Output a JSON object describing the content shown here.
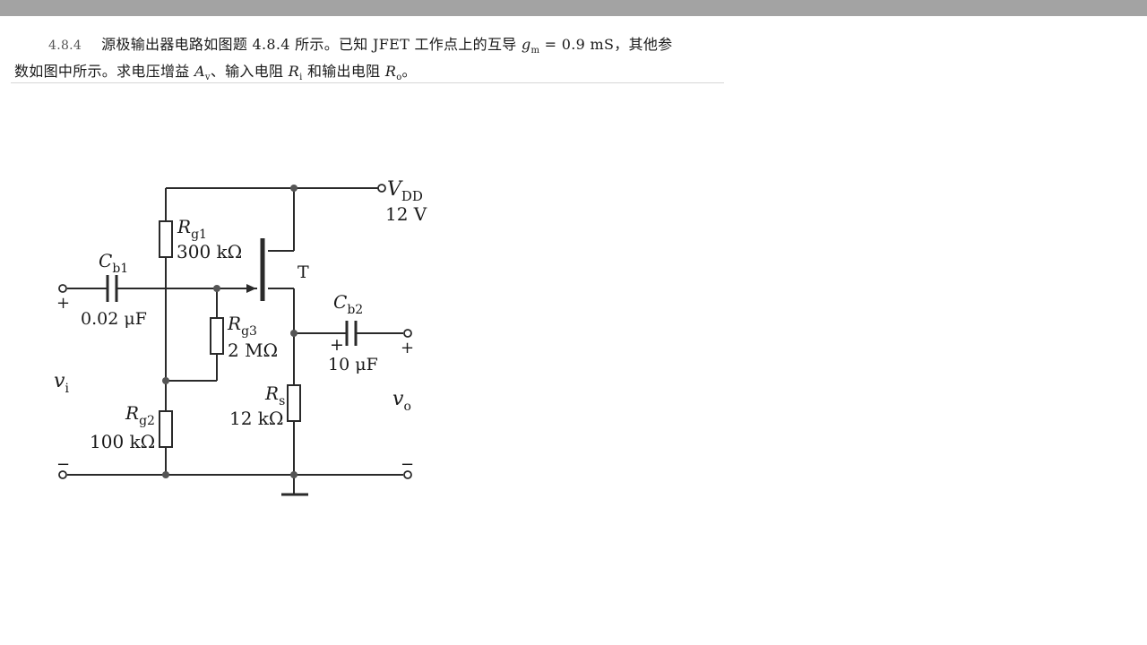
{
  "problem": {
    "number": "4.8.4",
    "line1_a": "源极输出器电路如图题 4.8.4 所示。已知 JFET 工作点上的互导 ",
    "gm_symbol": "g",
    "gm_sub": "m",
    "line1_b": " = 0.9 mS，其他参",
    "line2_a": "数如图中所示。求电压增益 ",
    "av_symbol": "A",
    "av_sub": "v",
    "line2_b": "、输入电阻 ",
    "ri_symbol": "R",
    "ri_sub": "i",
    "line2_c": " 和输出电阻 ",
    "ro_symbol": "R",
    "ro_sub": "o",
    "line2_d": "。"
  },
  "circuit": {
    "vdd_label": "V",
    "vdd_sub": "DD",
    "vdd_value": "12 V",
    "rg1_label": "R",
    "rg1_sub": "g1",
    "rg1_value": "300 kΩ",
    "cb1_label": "C",
    "cb1_sub": "b1",
    "cb1_value": "0.02 μF",
    "transistor_label": "T",
    "cb2_label": "C",
    "cb2_sub": "b2",
    "cb2_value": "10 μF",
    "cb2_polarity": "+",
    "rg3_label": "R",
    "rg3_sub": "g3",
    "rg3_value": "2 MΩ",
    "rs_label": "R",
    "rs_sub": "s",
    "rs_value": "12 kΩ",
    "rg2_label": "R",
    "rg2_sub": "g2",
    "rg2_value": "100 kΩ",
    "vi_label": "v",
    "vi_sub": "i",
    "vo_label": "v",
    "vo_sub": "o",
    "input_plus": "+",
    "input_minus": "−",
    "output_plus": "+",
    "output_minus": "−"
  }
}
